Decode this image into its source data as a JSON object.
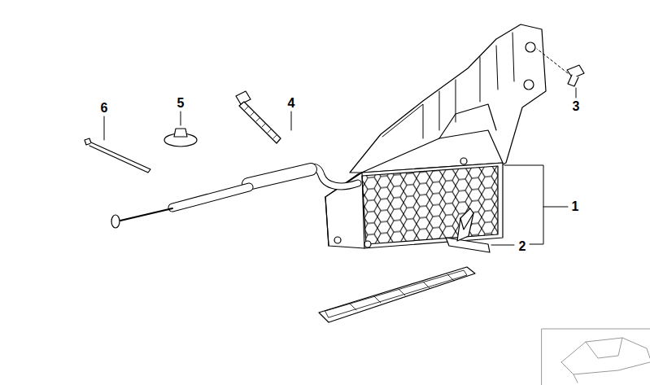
{
  "diagram": {
    "labels": [
      "6",
      "5",
      "4",
      "3",
      "1",
      "2"
    ]
  }
}
